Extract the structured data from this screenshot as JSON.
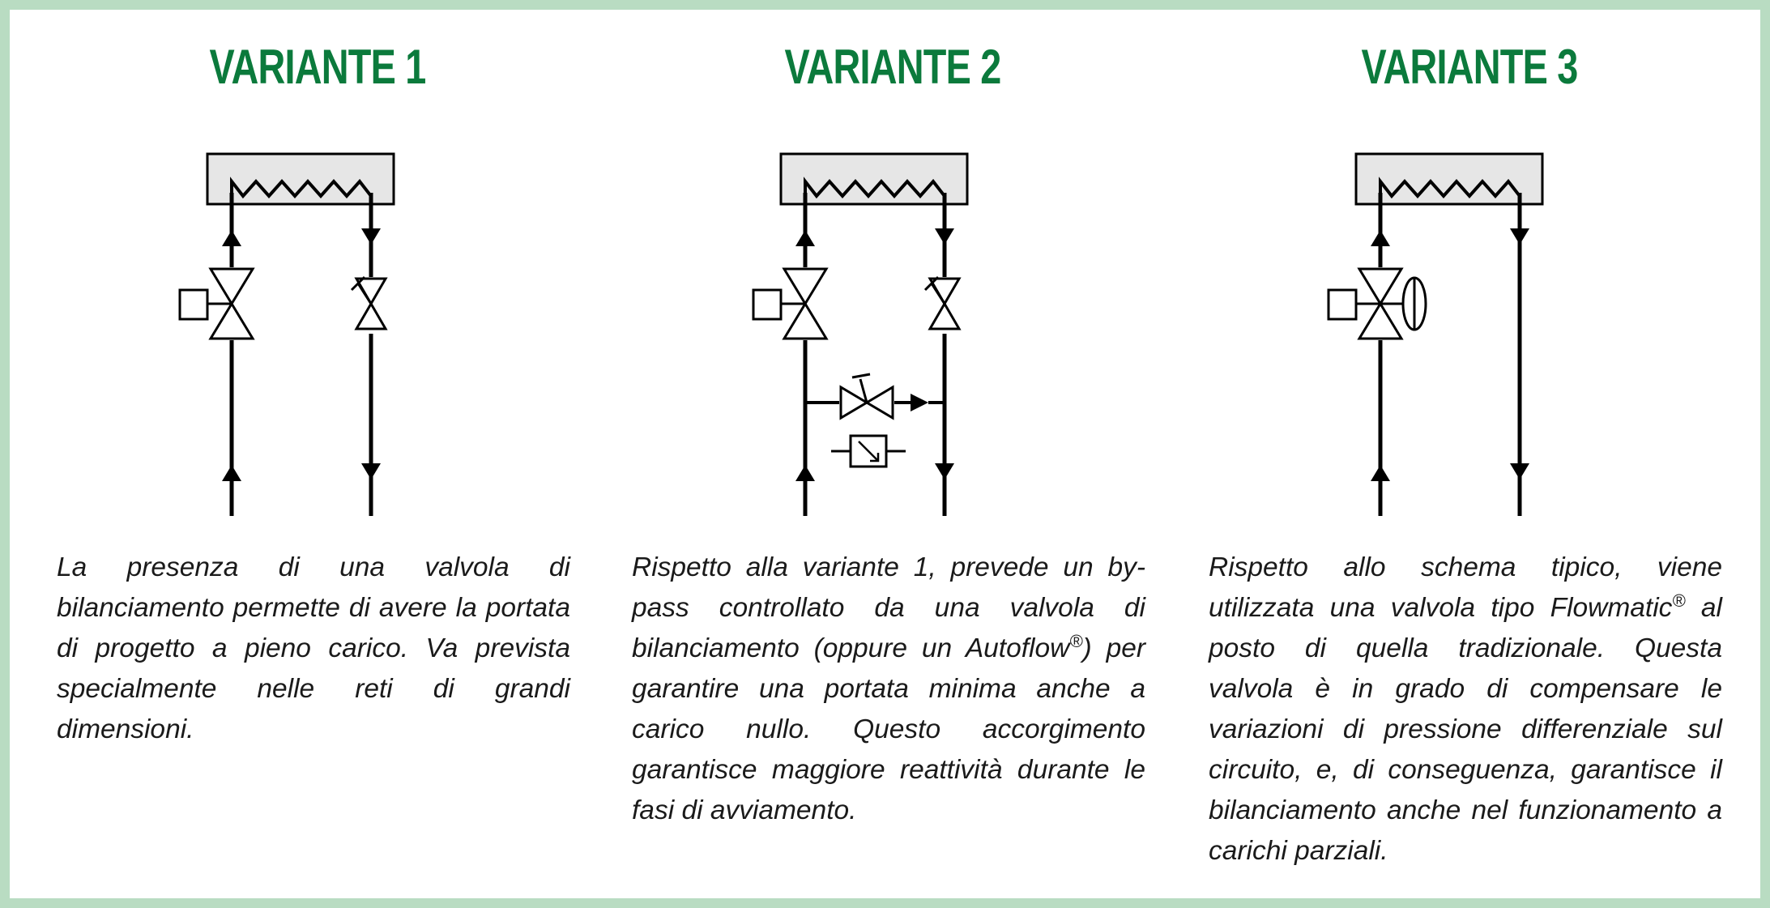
{
  "colors": {
    "title": "#0b7a3c",
    "border": "#b9dcc2",
    "box_fill": "#e6e6e6"
  },
  "variants": [
    {
      "title": "VARIANTE 1",
      "text": "La presenza di una valvola di bilanciamento permette di avere la portata di progetto a pieno carico. Va prevista specialmente nelle reti di grandi dimensioni."
    },
    {
      "title": "VARIANTE 2",
      "text_before": "Rispetto alla variante 1, prevede un by-pass controllato da una valvola di bilanciamento (oppure un Autoflow",
      "reg": "®",
      "text_after": ") per garantire una portata minima anche a carico nullo. Questo accorgimento garantisce maggiore reattività durante le fasi di avviamento."
    },
    {
      "title": "VARIANTE 3",
      "text_before": "Rispetto allo schema tipico, viene utilizzata una valvola tipo Flowmatic",
      "reg": "®",
      "text_after": " al posto di quella tradizionale. Questa valvola è in grado di compensare le variazioni di pressione differenziale sul circuito, e, di conseguenza, garantisce il bilanciamento anche nel funzionamento a carichi parziali."
    }
  ]
}
